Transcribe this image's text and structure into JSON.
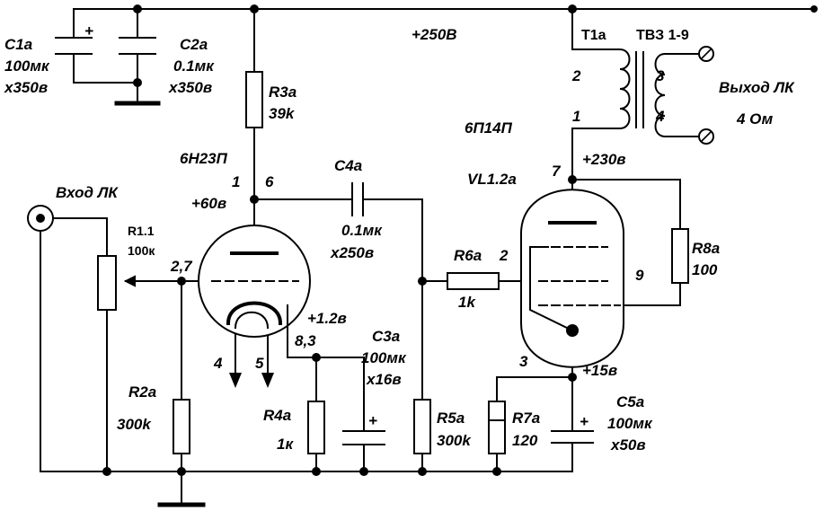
{
  "labels": {
    "c1a_name": "C1a",
    "c1a_val": "100мк",
    "c1a_volt": "x350в",
    "c2a_name": "C2a",
    "c2a_val": "0.1мк",
    "c2a_volt": "x350в",
    "b_plus": "+250В",
    "r3a_name": "R3a",
    "r3a_val": "39k",
    "t1a": "T1a",
    "tvz": "ТВЗ 1-9",
    "tr_pin2": "2",
    "tr_pin1": "1",
    "tr_pin3": "3",
    "tr_pin4": "4",
    "out_label": "Выход ЛК",
    "out_imp": "4 Ом",
    "tube1": "6Н23П",
    "tube1_pin1": "1",
    "tube1_pin6": "6",
    "tube1_anode_v": "+60в",
    "tube2": "6П14П",
    "tube2_ref": "VL1.2a",
    "tube2_pin7": "7",
    "tube2_anode_v": "+230в",
    "c4a_name": "C4a",
    "c4a_val": "0.1мк",
    "c4a_volt": "x250в",
    "in_label": "Вход ЛК",
    "r11_name": "R1.1",
    "r11_val": "100к",
    "grid_pins": "2,7",
    "r6a_name": "R6a",
    "r6a_pin2": "2",
    "r6a_val": "1k",
    "r8a_name": "R8a",
    "r8a_val": "100",
    "pin9": "9",
    "cath_v": "+1.2в",
    "cath_pins": "8,3",
    "heater4": "4",
    "heater5": "5",
    "c3a_name": "C3a",
    "c3a_val": "100мк",
    "c3a_volt": "x16в",
    "pin3_out": "3",
    "out_cath_v": "+15в",
    "r2a_name": "R2a",
    "r2a_val": "300k",
    "r4a_name": "R4a",
    "r4a_val": "1к",
    "r5a_name": "R5a",
    "r5a_val": "300k",
    "r7a_name": "R7a",
    "r7a_val": "120",
    "c5a_name": "C5a",
    "c5a_val": "100мк",
    "c5a_volt": "x50в",
    "plus_c1": "+",
    "plus_c3": "+",
    "plus_c5": "+"
  }
}
